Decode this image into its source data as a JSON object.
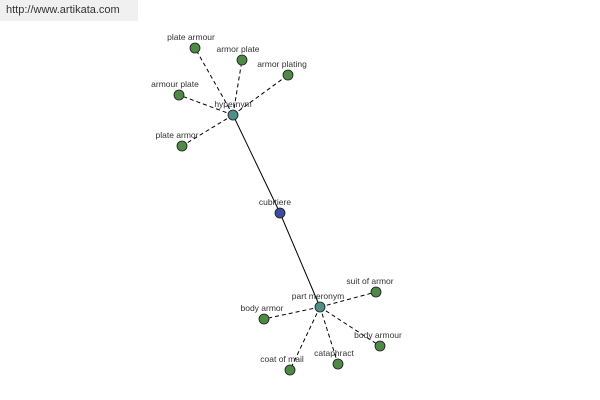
{
  "banner": {
    "url_text": "http://www.artikata.com"
  },
  "colors": {
    "leaf": "#4e8a46",
    "hub": "#4f8f8a",
    "center": "#3a4c9a",
    "edge_dashed": "#000000",
    "edge_solid": "#000000"
  },
  "graph": {
    "center": {
      "id": "cubitiere",
      "label": "cubitiere"
    },
    "hubs": [
      {
        "id": "hypernym",
        "label": "hypernym"
      },
      {
        "id": "part-meronym",
        "label": "part meronym"
      }
    ],
    "leaves": [
      {
        "id": "plate-armour-1",
        "hub": "hypernym",
        "label": "plate armour"
      },
      {
        "id": "armor-plate",
        "hub": "hypernym",
        "label": "armor plate"
      },
      {
        "id": "armor-plating",
        "hub": "hypernym",
        "label": "armor plating"
      },
      {
        "id": "armour-plate",
        "hub": "hypernym",
        "label": "armour plate"
      },
      {
        "id": "plate-armor",
        "hub": "hypernym",
        "label": "plate armor"
      },
      {
        "id": "suit-of-armor",
        "hub": "part-meronym",
        "label": "suit of armor"
      },
      {
        "id": "body-armor",
        "hub": "part-meronym",
        "label": "body armor"
      },
      {
        "id": "body-armour",
        "hub": "part-meronym",
        "label": "body armour"
      },
      {
        "id": "coat-of-mail",
        "hub": "part-meronym",
        "label": "coat of mail"
      },
      {
        "id": "cataphract",
        "hub": "part-meronym",
        "label": "cataphract"
      }
    ]
  }
}
